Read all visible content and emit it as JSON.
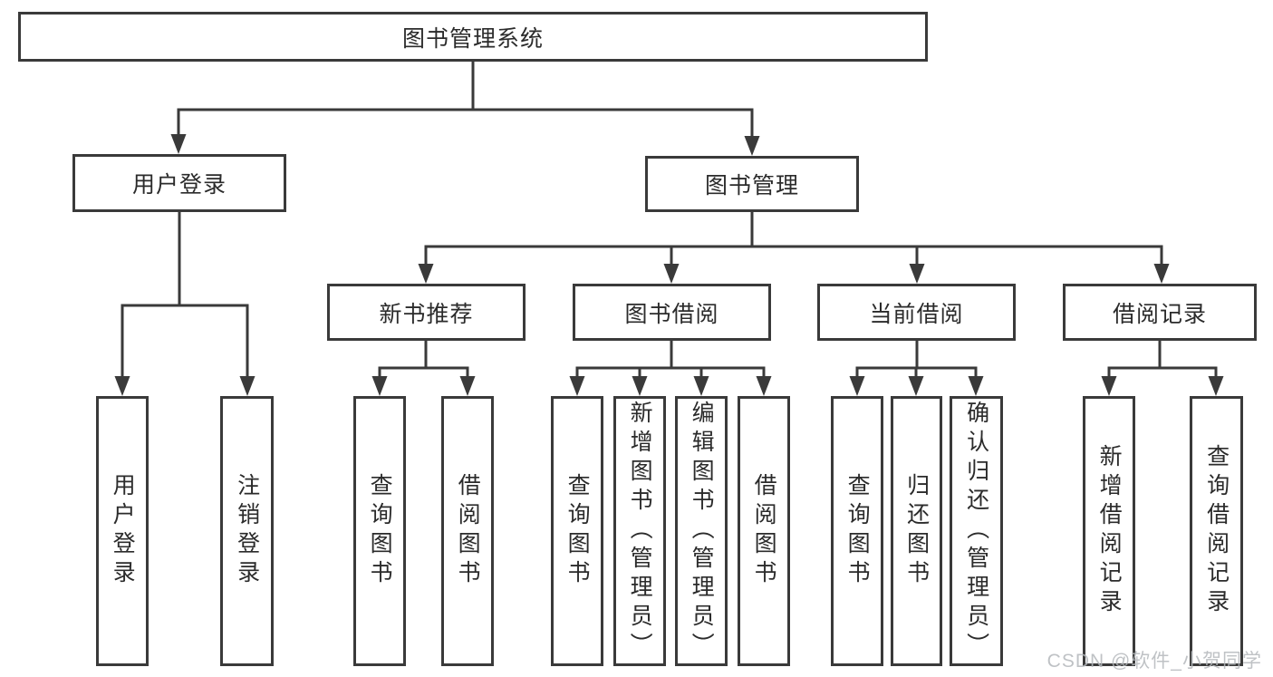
{
  "diagram": {
    "root": {
      "label": "图书管理系统"
    },
    "branches": [
      {
        "label": "用户登录",
        "children": [
          {
            "label": "用户登录"
          },
          {
            "label": "注销登录"
          }
        ]
      },
      {
        "label": "图书管理",
        "children": [
          {
            "label": "新书推荐",
            "children": [
              {
                "label": "查询图书"
              },
              {
                "label": "借阅图书"
              }
            ]
          },
          {
            "label": "图书借阅",
            "children": [
              {
                "label": "查询图书"
              },
              {
                "label": "新增图书（管理员）"
              },
              {
                "label": "编辑图书（管理员）"
              },
              {
                "label": "借阅图书"
              }
            ]
          },
          {
            "label": "当前借阅",
            "children": [
              {
                "label": "查询图书"
              },
              {
                "label": "归还图书"
              },
              {
                "label": "确认归还（管理员）"
              }
            ]
          },
          {
            "label": "借阅记录",
            "children": [
              {
                "label": "新增借阅记录"
              },
              {
                "label": "查询借阅记录"
              }
            ]
          }
        ]
      }
    ]
  },
  "watermark": {
    "text": "CSDN @软件_小贺同学"
  },
  "colors": {
    "line": "#3a3a3a",
    "text": "#2b2b2b",
    "watermark": "#b4b8bc"
  }
}
